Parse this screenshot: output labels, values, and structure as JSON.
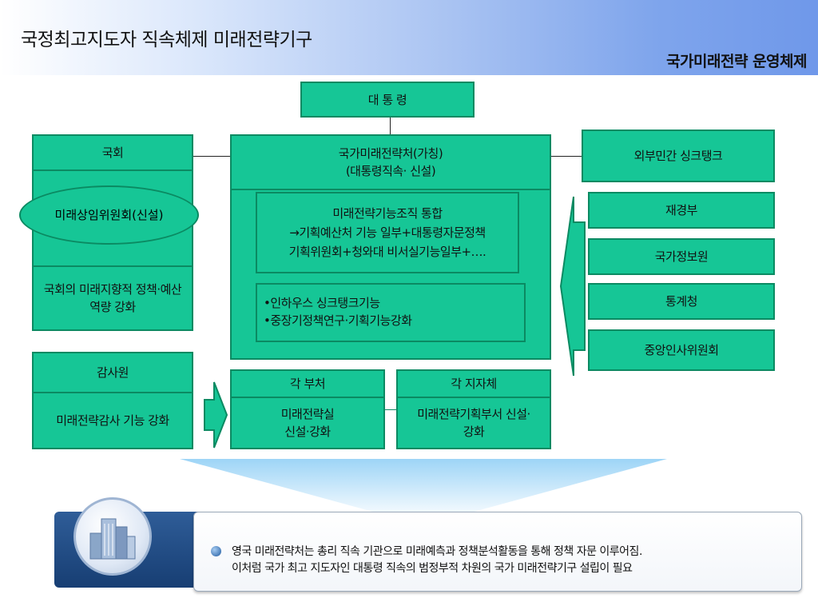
{
  "header": {
    "title": "국정최고지도자 직속체제 미래전략기구",
    "subtitle": "국가미래전략 운영체제"
  },
  "president": "대 통 령",
  "assembly": {
    "title": "국회",
    "committee": "미래상임위원회(신설)",
    "role": "국회의 미래지향적 정책·예산 역량 강화"
  },
  "audit": {
    "title": "감사원",
    "role": "미래전략감사 기능 강화"
  },
  "agency": {
    "title_line1": "국가미래전략처(가칭)",
    "title_line2": "(대통령직속· 신설)",
    "integration_line1": "미래전략기능조직 통합",
    "integration_line2": "→기획예산처 기능 일부+대통령자문정책",
    "integration_line3": "기획위원회+청와대 비서실기능일부+….",
    "thinktank_line1": "•인하우스 싱크탱크기능",
    "thinktank_line2": "•중장기정책연구·기획기능강화"
  },
  "ministries": {
    "title": "각 부처",
    "role_line1": "미래전략실",
    "role_line2": "신설·강화"
  },
  "local": {
    "title": "각 지자체",
    "role_line1": "미래전략기획부서 신설·",
    "role_line2": "강화"
  },
  "external": "외부민간 싱크탱크",
  "supporters": [
    "재경부",
    "국가정보원",
    "통계청",
    "중앙인사위원회"
  ],
  "note": {
    "line1": "영국 미래전략처는 총리 직속 기관으로 미래예측과 정책분석활동을 통해 정책 자문 이루어짐.",
    "line2": "이처럼 국가 최고 지도자인 대통령 직속의 범정부적 차원의 국가 미래전략기구 설립이 필요"
  },
  "colors": {
    "box_fill": "#16c696",
    "box_border": "#0b8a62",
    "header_gradient_end": "#6f98ea"
  },
  "icons": {
    "buildings": "buildings-icon",
    "bullet": "bullet-icon"
  }
}
